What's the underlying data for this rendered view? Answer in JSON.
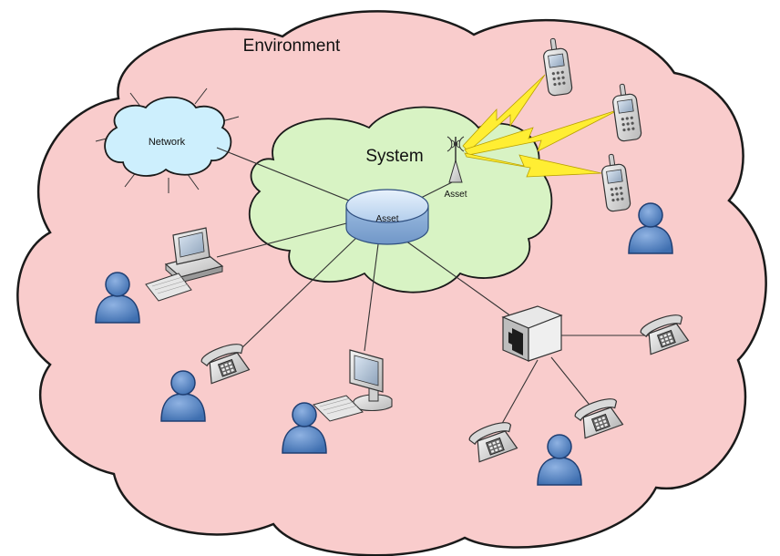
{
  "diagram": {
    "environment_label": "Environment",
    "system_label": "System",
    "network_label": "Network",
    "hub_asset_label": "Asset",
    "antenna_asset_label": "Asset"
  },
  "colors": {
    "environment_fill": "#f9cccc",
    "system_fill": "#d8f3c4",
    "network_fill": "#cdeffd",
    "hub_fill": "#c6ddf3",
    "person_fill": "#4a78b8",
    "lightning_fill": "#ffee33",
    "outline": "#1a1a1a"
  }
}
